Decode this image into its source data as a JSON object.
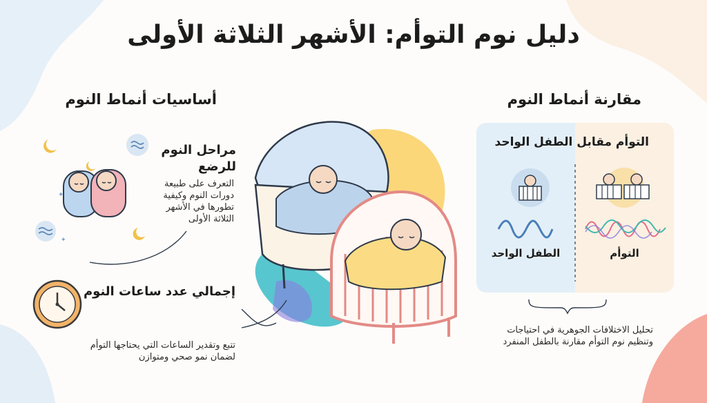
{
  "title": "دليل نوم التوأم: الأشهر الثلاثة الأولى",
  "left": {
    "heading": "أساسيات أنماط النوم",
    "stages": {
      "title_line1": "مراحل النوم",
      "title_line2": "للرضع",
      "body": [
        "التعرف على طبيعة",
        "دورات النوم وكيفية",
        "تطورها في الأشهر",
        "الثلاثة الأولى"
      ]
    },
    "hours": {
      "title": "إجمالي عدد ساعات النوم",
      "body": [
        "تتبع وتقدير الساعات التي يحتاجها التوأم",
        "لضمان نمو صحي ومتوازن"
      ]
    }
  },
  "right": {
    "heading": "مقارنة أنماط النوم",
    "box_title": "التوأم مقابل الطفل الواحد",
    "label_single": "الطفل الواحد",
    "label_twins": "التوأم",
    "caption": [
      "تحليل الاختلافات الجوهرية في احتياجات",
      "وتنظيم نوم التوأم مقارنة بالطفل المنفرد"
    ]
  },
  "colors": {
    "blue_tint": "#e3eff8",
    "peach_tint": "#fbf0e2",
    "bassinet_blue": "#bcd3ec",
    "crib_pink": "#f2a3a0",
    "yellow_blob": "#fbd77a",
    "teal_blob": "#58c6cf",
    "wave_blue": "#4a7fb8",
    "wave_pink": "#e56a8a",
    "wave_teal": "#3fb9b0"
  },
  "icons": [
    "moon-icon",
    "star-icon",
    "sound-wave-icon",
    "clock-icon",
    "twin-babies-icon",
    "bassinet-icon",
    "crib-icon",
    "baby-crib-icon",
    "twin-cribs-icon"
  ]
}
